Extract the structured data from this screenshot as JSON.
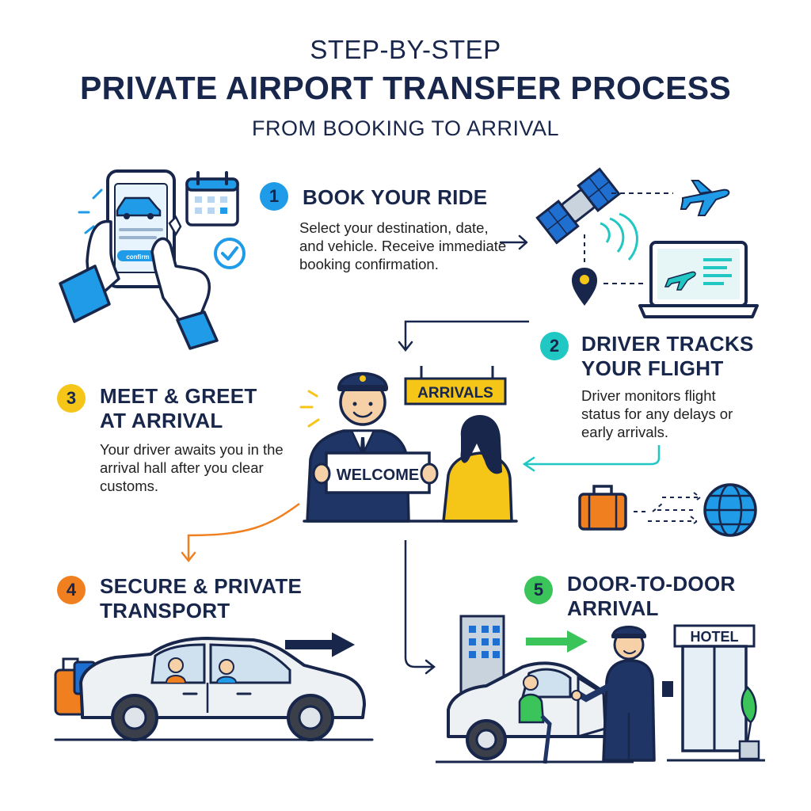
{
  "header": {
    "eyebrow": "STEP-BY-STEP",
    "title": "PRIVATE AIRPORT TRANSFER PROCESS",
    "subtitle": "FROM BOOKING TO ARRIVAL"
  },
  "steps": [
    {
      "number": "1",
      "title": "BOOK YOUR RIDE",
      "description": "Select your destination, date, and vehicle. Receive immediate booking confirmation.",
      "color": "#1f9be8"
    },
    {
      "number": "2",
      "title": "DRIVER TRACKS YOUR FLIGHT",
      "description": "Driver monitors flight status for any delays or early arrivals.",
      "color": "#21c7c2"
    },
    {
      "number": "3",
      "title": "MEET & GREET AT ARRIVAL",
      "description": "Your driver awaits you in the arrival hall after you clear customs.",
      "color": "#f5c518"
    },
    {
      "number": "4",
      "title": "SECURE & PRIVATE TRANSPORT",
      "description": "",
      "color": "#f07f1f"
    },
    {
      "number": "5",
      "title": "DOOR-TO-DOOR ARRIVAL",
      "description": "",
      "color": "#3ac45a"
    }
  ],
  "illustrations": {
    "phone_button": "confirm",
    "arrivals_sign": "ARRIVALS",
    "welcome_sign": "WELCOME",
    "hotel_sign": "HOTEL"
  },
  "icons": [
    "smartphone-icon",
    "calendar-icon",
    "checkmark-icon",
    "satellite-icon",
    "airplane-icon",
    "laptop-icon",
    "location-pin-icon",
    "suitcase-icon",
    "globe-icon",
    "car-icon",
    "building-icon",
    "hotel-icon"
  ],
  "colors": {
    "navy": "#17264a",
    "blue": "#1f9be8",
    "teal": "#21c7c2",
    "yellow": "#f5c518",
    "orange": "#f07f1f",
    "green": "#3ac45a"
  }
}
